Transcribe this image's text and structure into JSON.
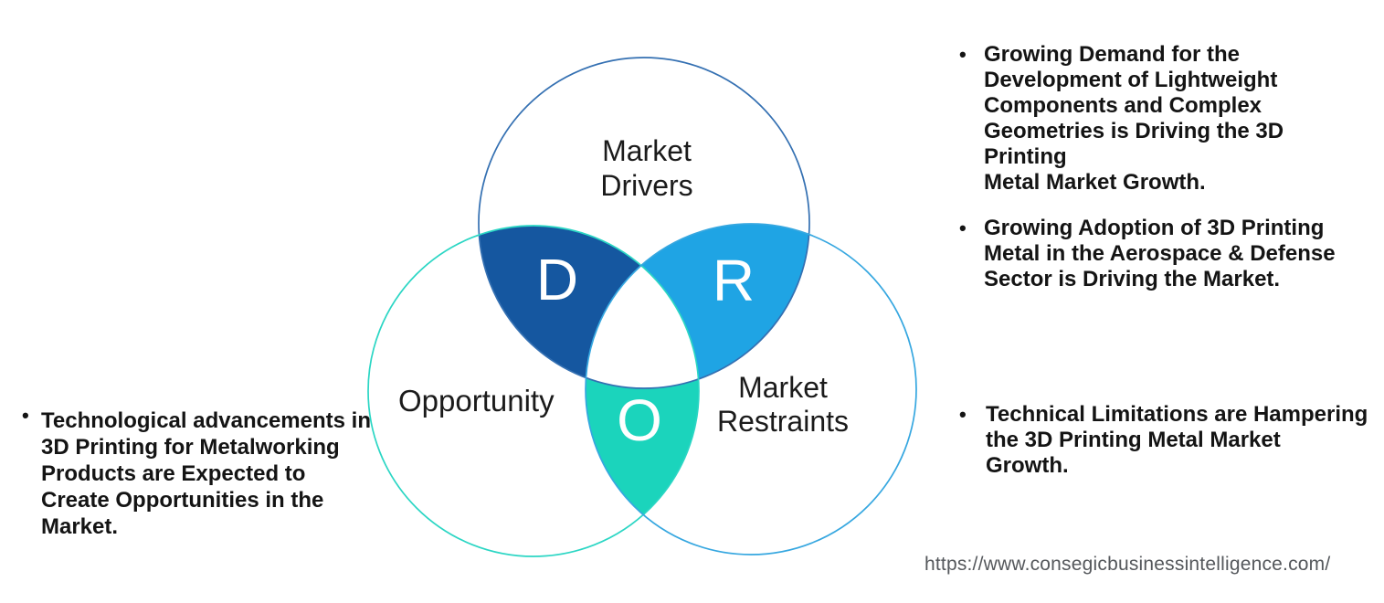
{
  "venn": {
    "drivers": {
      "label": "Market\nDrivers",
      "letter": "D",
      "outline_color": "#3470B2",
      "lens_fill": "#1557A0"
    },
    "restraints": {
      "label": "Market\nRestraints",
      "letter": "R",
      "outline_color": "#36A7E0",
      "lens_fill": "#1FA4E4"
    },
    "opportunity": {
      "label": "Opportunity",
      "letter": "O",
      "outline_color": "#2BD6C4",
      "lens_fill": "#1BD4BC"
    },
    "center_fill": "#FFFFFF"
  },
  "notes": {
    "left": [
      {
        "marker": "•",
        "text": "Technological advancements in\n3D Printing for Metalworking\nProducts are Expected to\nCreate Opportunities in the\nMarket."
      }
    ],
    "right": [
      {
        "marker": "•",
        "text": "Growing Demand for the\nDevelopment of Lightweight\nComponents and Complex\nGeometries is Driving the 3D Printing\nMetal Market Growth."
      },
      {
        "marker": "•",
        "text": "Growing Adoption of 3D Printing\nMetal in the Aerospace & Defense\nSector is Driving the Market."
      },
      {
        "marker": "•",
        "text": "Technical Limitations are Hampering\nthe 3D Printing Metal Market Growth."
      }
    ]
  },
  "source_url": "https://www.consegicbusinessintelligence.com/"
}
